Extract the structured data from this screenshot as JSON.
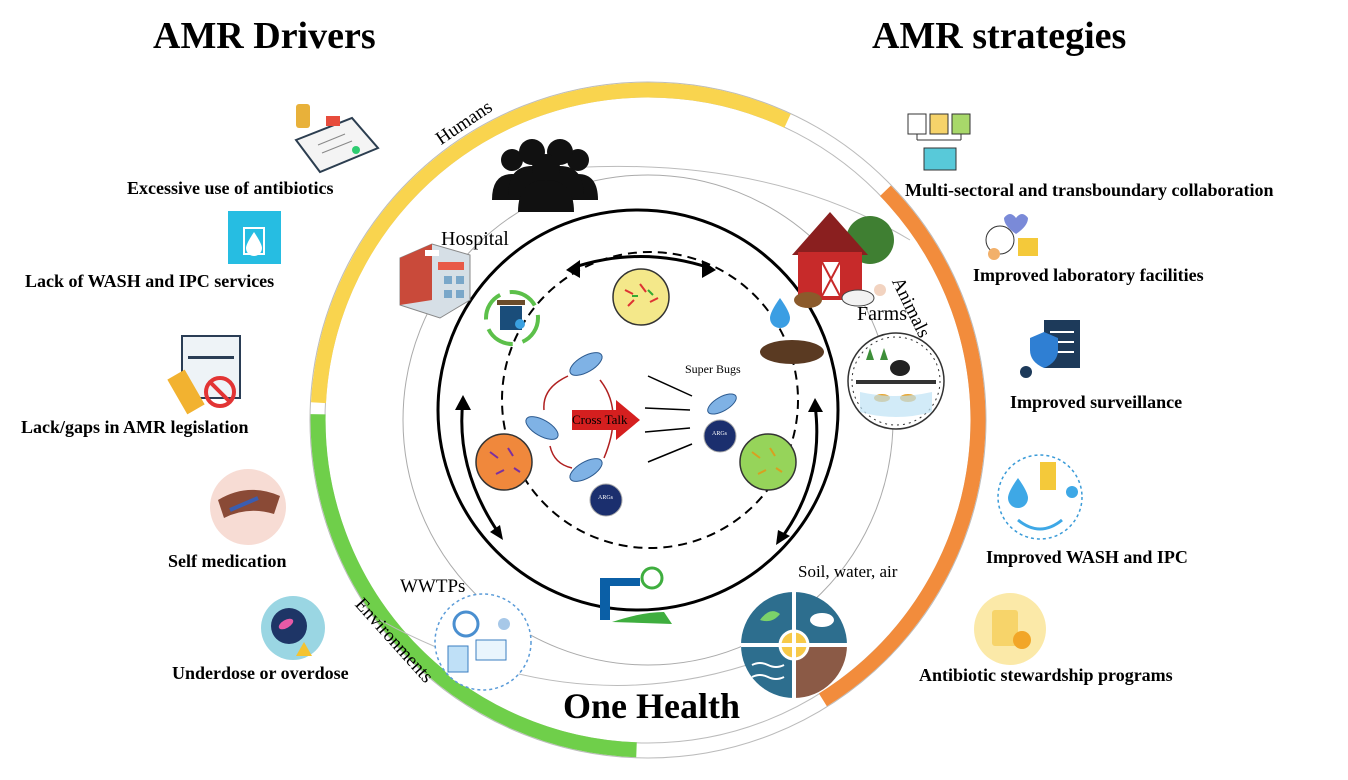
{
  "headings": {
    "drivers": "AMR Drivers",
    "strategies": "AMR strategies",
    "center": "One Health"
  },
  "ring_sectors": {
    "humans": "Humans",
    "animals": "Animals",
    "environments": "Environments"
  },
  "drivers": [
    {
      "label": "Excessive use of antibiotics",
      "icon": "prescription-pills-icon"
    },
    {
      "label": "Lack of WASH and IPC services",
      "icon": "sdg6-clean-water-icon"
    },
    {
      "label": "Lack/gaps in AMR legislation",
      "icon": "law-gavel-icon"
    },
    {
      "label": "Self medication",
      "icon": "injection-icon"
    },
    {
      "label": "Underdose or overdose",
      "icon": "pills-warning-icon"
    }
  ],
  "strategies": [
    {
      "label": "Multi-sectoral and transboundary collaboration",
      "icon": "documents-folder-icon"
    },
    {
      "label": "Improved laboratory facilities",
      "icon": "lab-feedback-icon"
    },
    {
      "label": "Improved surveillance",
      "icon": "shield-checklist-icon"
    },
    {
      "label": "Improved WASH and IPC",
      "icon": "hands-water-icon"
    },
    {
      "label": "Antibiotic stewardship programs",
      "icon": "antibiotic-pack-icon"
    }
  ],
  "nodes": {
    "hospital": "Hospital",
    "farms": "Farms",
    "wwtps": "WWTPs",
    "soil": "Soil, water, air"
  },
  "inner": {
    "superbugs": "Super Bugs",
    "crosstalk": "Cross Talk",
    "args": "ARGs"
  },
  "colors": {
    "humans": "#f9d44e",
    "animals": "#f28c3c",
    "environments": "#6fcf4a",
    "navy": "#1b2f6e",
    "bacteria": "#7fb2e5"
  }
}
